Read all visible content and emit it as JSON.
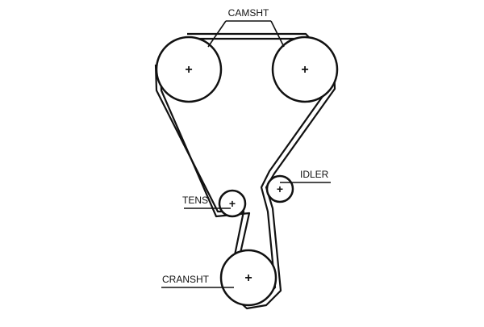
{
  "diagram": {
    "labels": {
      "camshaft": "CAMSHT",
      "idler": "IDLER",
      "tensioner": "TENS",
      "crankshaft": "CRANSHT"
    },
    "center_mark": "+",
    "colors": {
      "line": "#111111",
      "background": "#ffffff"
    }
  }
}
